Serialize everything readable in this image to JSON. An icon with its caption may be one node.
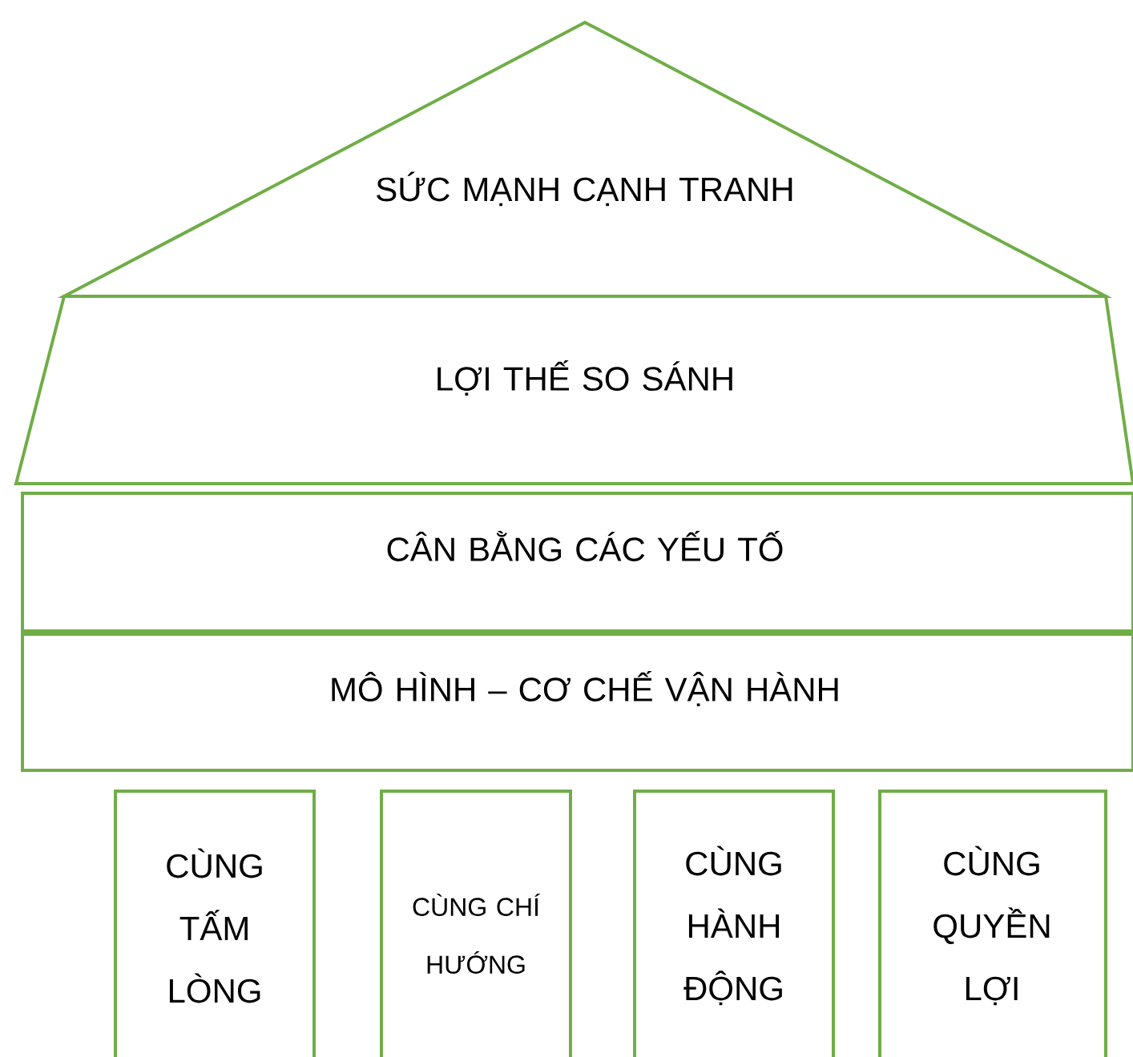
{
  "diagram": {
    "nodes": [
      {
        "text": [
          "SỨC MẠNH CẠNH TRANH"
        ]
      },
      {
        "text": [
          "LỢI THẾ SO SÁNH"
        ]
      },
      {
        "text": [
          "CÂN BẰNG CÁC YẾU TỐ"
        ]
      },
      {
        "text": [
          "MÔ HÌNH – CƠ CHẾ VẬN HÀNH"
        ]
      },
      {
        "text": [
          "CÙNG TẤM LÒNG"
        ]
      },
      {
        "text": [
          "CÙNG CHÍ HƯỚNG"
        ]
      },
      {
        "text": [
          "CÙNG HÀNH ĐỘNG"
        ]
      },
      {
        "text": [
          "CÙNG QUYỀN LỢI"
        ]
      }
    ]
  }
}
